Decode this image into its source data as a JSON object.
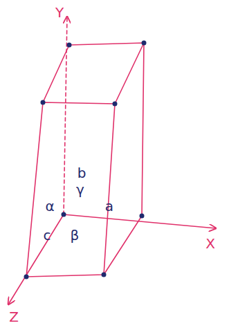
{
  "diagram": {
    "labels": [
      "Y",
      "X",
      "Z",
      "b",
      "γ",
      "α",
      "a",
      "c",
      "β"
    ]
  }
}
